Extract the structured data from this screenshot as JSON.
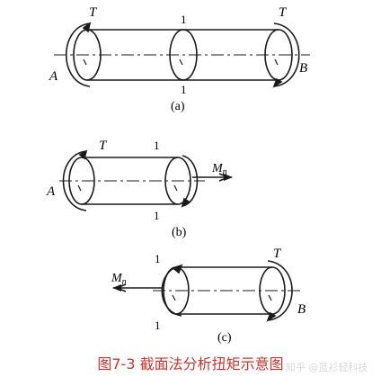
{
  "diagram": {
    "a": {
      "left_torque": "T",
      "right_torque": "T",
      "section_top": "1",
      "section_bottom": "1",
      "end_left": "A",
      "end_right": "B",
      "label": "(a)"
    },
    "b": {
      "torque": "T",
      "section_top": "1",
      "section_bottom": "1",
      "end": "A",
      "moment": "M",
      "moment_sub": "n",
      "label": "(b)"
    },
    "c": {
      "torque": "T",
      "section_top": "1",
      "section_bottom": "1",
      "end": "B",
      "moment": "M",
      "moment_sub": "n",
      "label": "(c)"
    }
  },
  "caption": "图7-3 截面法分析扭矩示意图",
  "watermark": "知乎 @蓝衫轻科技",
  "colors": {
    "line": "#1a1a1a",
    "caption": "#c8352d"
  }
}
